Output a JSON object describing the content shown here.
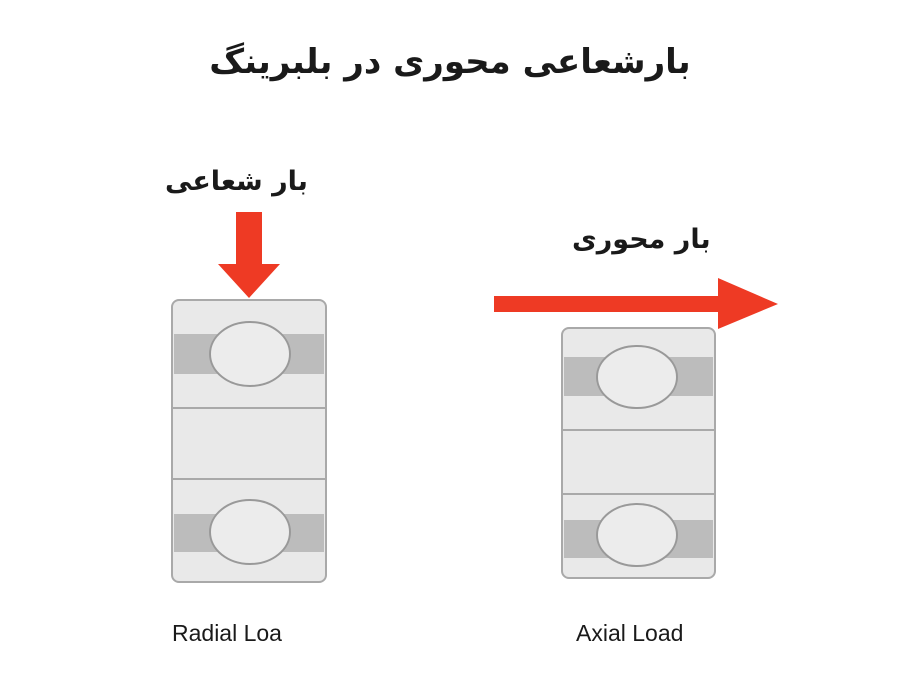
{
  "title": "بارشعاعی محوری در بلبرینگ",
  "radial": {
    "label_fa": "بار شعاعی",
    "label_en": "Radial Loa"
  },
  "axial": {
    "label_fa": "بار محوری",
    "label_en": "Axial Load"
  },
  "colors": {
    "arrow": "#ee3a24",
    "race": "#e9e9e9",
    "groove": "#bcbcbc",
    "ball": "#ececec",
    "outline": "#a9a9a9"
  }
}
